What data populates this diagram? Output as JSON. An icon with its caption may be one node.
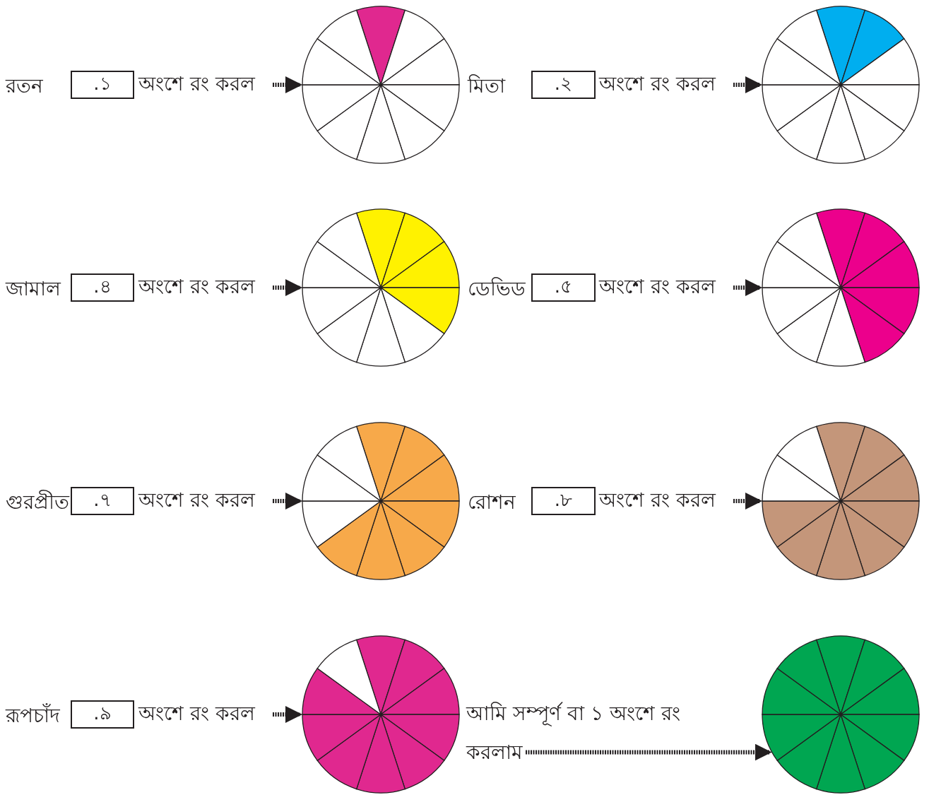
{
  "diagram": {
    "nodes": [
      {
        "text": [
          ".১"
        ],
        "beside": [
          "রতন"
        ]
      },
      {
        "text": [
          "অংশে রং করল"
        ]
      },
      {
        "text": [],
        "shape": "circle"
      },
      {
        "text": [
          ".২"
        ]
      },
      {
        "text": [
          "অংশে রং করল"
        ]
      },
      {
        "text": [],
        "shape": "circle"
      },
      {
        "text": [
          ".৪"
        ],
        "beside": [
          "জামাল"
        ]
      },
      {
        "text": [
          "অংশে রং করল"
        ]
      },
      {
        "text": [],
        "shape": "circle"
      },
      {
        "text": [
          ".৫"
        ]
      },
      {
        "text": [
          "অংশে রং করল"
        ]
      },
      {
        "text": [],
        "shape": "circle"
      },
      {
        "text": [
          ".৭"
        ],
        "beside": [
          "গুরপ্রীত"
        ]
      },
      {
        "text": [
          "অংশে রং করল"
        ]
      },
      {
        "text": [],
        "shape": "circle"
      },
      {
        "text": [
          ".৮"
        ]
      },
      {
        "text": [
          "অংশে রং করল"
        ]
      },
      {
        "text": [],
        "shape": "circle"
      },
      {
        "text": [
          ".৯"
        ],
        "beside": [
          "রূপচাঁদ"
        ]
      },
      {
        "text": [
          "অংশে রং করল"
        ]
      },
      {
        "text": [],
        "shape": "circle"
      },
      {
        "text": [
          "আমি সম্পূর্ণ বা ১ অংশে রং করলাম"
        ]
      },
      {
        "text": [],
        "shape": "circle"
      }
    ],
    "edges": [
      {
        "from": 1,
        "to": 2,
        "arrow": "to"
      },
      {
        "from": 4,
        "to": 5,
        "arrow": "to"
      },
      {
        "from": 7,
        "to": 8,
        "arrow": "to"
      },
      {
        "from": 10,
        "to": 11,
        "arrow": "to"
      },
      {
        "from": 13,
        "to": 14,
        "arrow": "to"
      },
      {
        "from": 16,
        "to": 17,
        "arrow": "to"
      },
      {
        "from": 19,
        "to": 20,
        "arrow": "to"
      },
      {
        "from": 21,
        "to": 22,
        "arrow": "to"
      }
    ],
    "labels": [
      "মিতা",
      "ডেভিড",
      "রোশন"
    ]
  }
}
